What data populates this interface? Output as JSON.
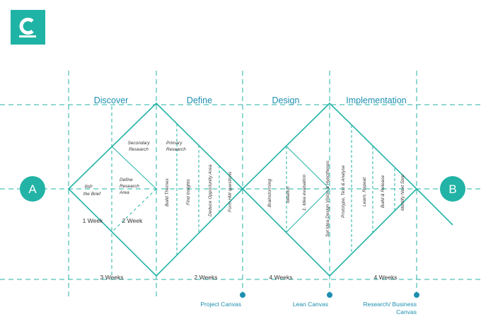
{
  "logo": {
    "letter": "C",
    "bg_color": "#1fb3a5"
  },
  "colors": {
    "accent": "#22b3a6",
    "text": "#333333",
    "phase_text": "#1c8fb0",
    "dash": "#22b3a6"
  },
  "endpoints": {
    "start": "A",
    "end": "B"
  },
  "phases": [
    "Discover",
    "Define",
    "Design",
    "Implementation"
  ],
  "discover": {
    "rip": [
      "RIP",
      "the Brief"
    ],
    "define_research": [
      "Define",
      "Research",
      "Area"
    ],
    "secondary": [
      "Secondary",
      "Research"
    ],
    "week1": "1 Week",
    "week2": "2 Week",
    "total": "3 Weeks"
  },
  "define": {
    "primary": [
      "Primary",
      "Research"
    ],
    "steps": [
      "Build Themes",
      "Find Insights",
      "Deduce Opportunity Area",
      "Form HW questions"
    ],
    "total": "2 Weeks"
  },
  "design": {
    "steps": [
      "Brainstorming",
      "Ideation",
      "1. Idea evaluation",
      "Set Idea Design Vision & Hypotheses"
    ],
    "total": "4 Weeks"
  },
  "implementation": {
    "steps": [
      "Prototype, Test & Analyse",
      "Learn, Repeat",
      "Build & Release",
      "Identify Next Step"
    ],
    "total": "4 Weeks"
  },
  "canvases": [
    "Project Canvas",
    "Lean Canvas",
    [
      "Research/ Business",
      "Canvas"
    ]
  ]
}
